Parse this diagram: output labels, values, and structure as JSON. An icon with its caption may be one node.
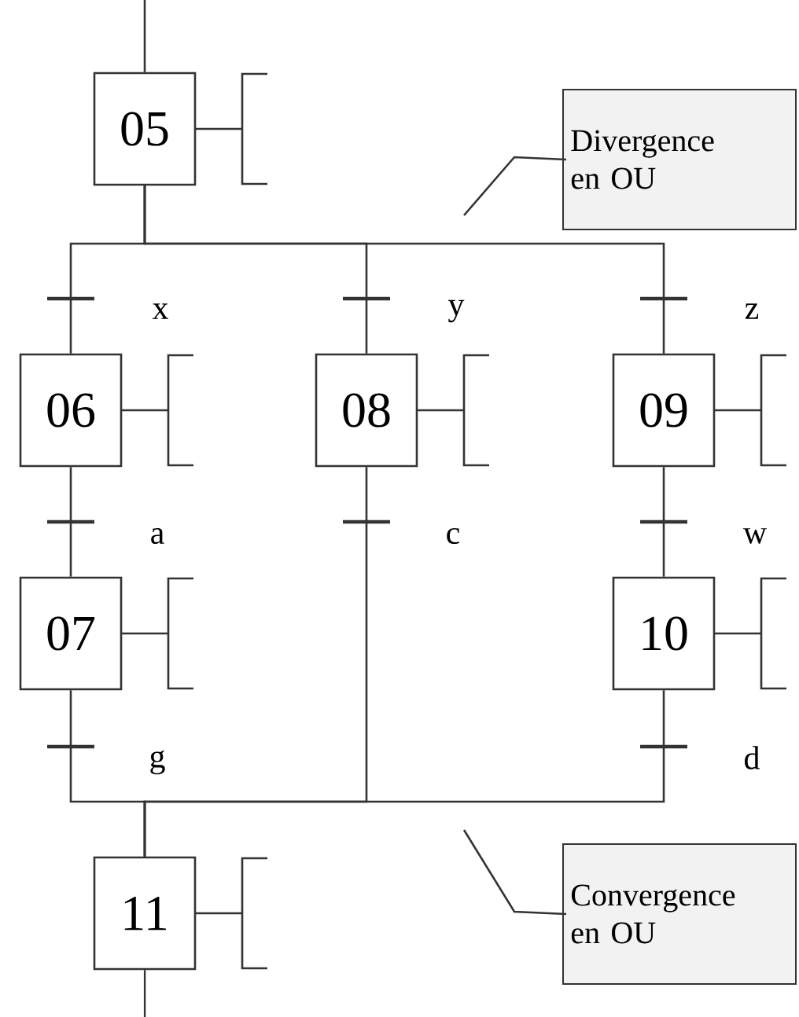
{
  "diagram": {
    "nodes": [
      {
        "text": [
          "05"
        ]
      },
      {
        "text": [
          "06"
        ]
      },
      {
        "text": [
          "08"
        ]
      },
      {
        "text": [
          "09"
        ]
      },
      {
        "text": [
          "07"
        ]
      },
      {
        "text": [
          "10"
        ]
      },
      {
        "text": [
          "11"
        ]
      },
      {
        "text": [
          "Divergence en OU"
        ]
      },
      {
        "text": [
          "Convergence en OU"
        ]
      }
    ],
    "edges": [
      {
        "from": null,
        "to": 0,
        "arrow": "none"
      },
      {
        "from": 0,
        "to": 1,
        "arrow": "none",
        "label": "x"
      },
      {
        "from": 0,
        "to": 2,
        "arrow": "none",
        "label": "y"
      },
      {
        "from": 0,
        "to": 3,
        "arrow": "none",
        "label": "z"
      },
      {
        "from": 1,
        "to": 4,
        "arrow": "none",
        "label": "a"
      },
      {
        "from": 2,
        "to": 6,
        "arrow": "none",
        "label": "c"
      },
      {
        "from": 3,
        "to": 5,
        "arrow": "none",
        "label": "w"
      },
      {
        "from": 4,
        "to": 6,
        "arrow": "none",
        "label": "g"
      },
      {
        "from": 5,
        "to": 6,
        "arrow": "none",
        "label": "d"
      },
      {
        "from": 6,
        "to": null,
        "arrow": "none"
      },
      {
        "from": 7,
        "to": null,
        "arrow": "none"
      },
      {
        "from": 8,
        "to": null,
        "arrow": "none"
      }
    ]
  }
}
